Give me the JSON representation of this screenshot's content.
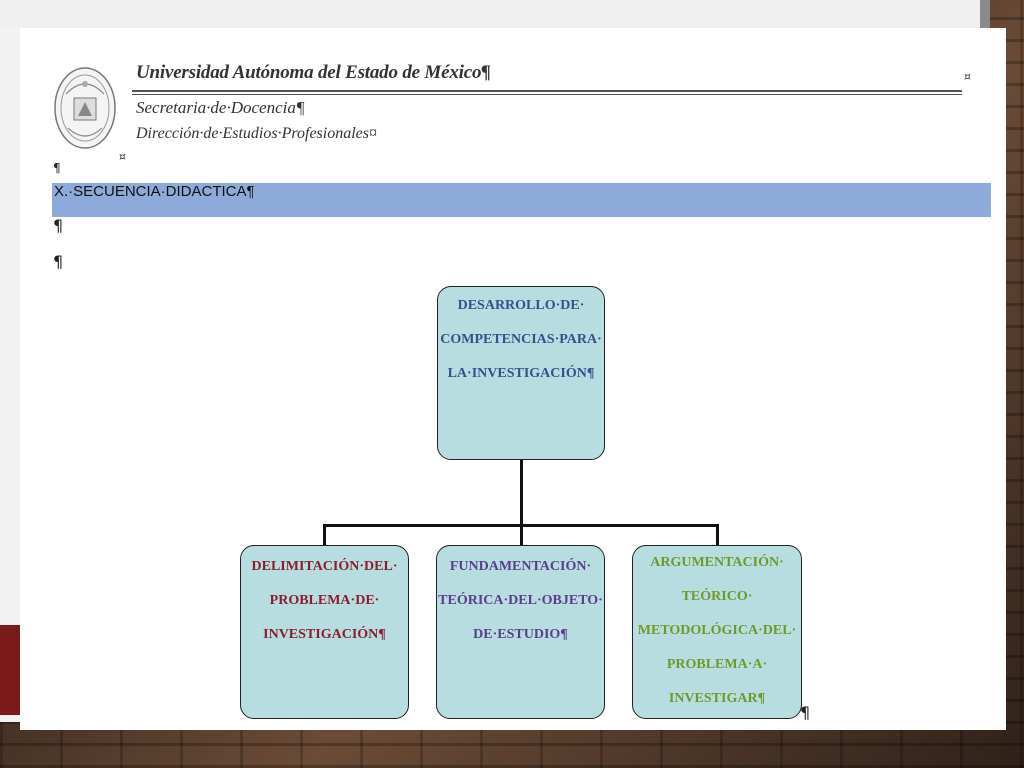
{
  "header": {
    "university": "Universidad Autónoma del Estado de México¶",
    "secretaria": "Secretaria·de·Docencia¶",
    "direccion": "Dirección·de·Estudios·Profesionales¤",
    "cell_marker": "¤",
    "seal_icon": "university-seal-icon"
  },
  "section": {
    "title": "X.·SECUENCIA·DIDACTICA¶",
    "color": "#8eaadb"
  },
  "paragraph_mark": "¶",
  "diagram": {
    "root": {
      "lines": [
        "DESARROLLO·DE·",
        "COMPETENCIAS·PARA·",
        "LA·INVESTIGACIÓN¶"
      ]
    },
    "children": [
      {
        "lines": [
          "DELIMITACIÓN·DEL·",
          "PROBLEMA·DE·",
          "INVESTIGACIÓN¶"
        ],
        "color": "#8b1e2c"
      },
      {
        "lines": [
          "FUNDAMENTACIÓN·",
          "TEÓRICA·DEL·OBJETO·",
          "DE·ESTUDIO¶"
        ],
        "color": "#5a3e8c"
      },
      {
        "lines": [
          "ARGUMENTACIÓN·",
          "TEÓRICO·",
          "METODOLÓGICA·DEL·",
          "PROBLEMA·A·",
          "INVESTIGAR¶"
        ],
        "color": "#6f9a2a"
      }
    ],
    "box_fill": "#b7dde1",
    "root_color": "#3b4e8c"
  }
}
